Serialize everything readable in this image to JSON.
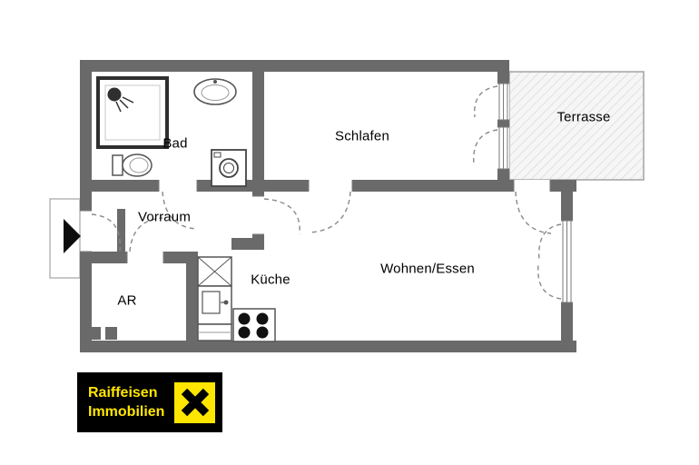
{
  "plan": {
    "rooms": [
      {
        "id": "bad",
        "label": "Bad"
      },
      {
        "id": "schlafen",
        "label": "Schlafen"
      },
      {
        "id": "terrasse",
        "label": "Terrasse"
      },
      {
        "id": "vorraum",
        "label": "Vorraum"
      },
      {
        "id": "kueche",
        "label": "Küche"
      },
      {
        "id": "wohnen",
        "label": "Wohnen/Essen"
      },
      {
        "id": "ar",
        "label": "AR"
      }
    ]
  },
  "logo": {
    "line1": "Raiffeisen",
    "line2": "Immobilien"
  },
  "colors": {
    "wall": "#6a6a6a",
    "terrace_hatch_line": "#d8d8d8",
    "terrace_border": "#a8a8a8",
    "logo_background": "#000000",
    "logo_yellow": "#ffe600",
    "label_text": "#000000"
  }
}
